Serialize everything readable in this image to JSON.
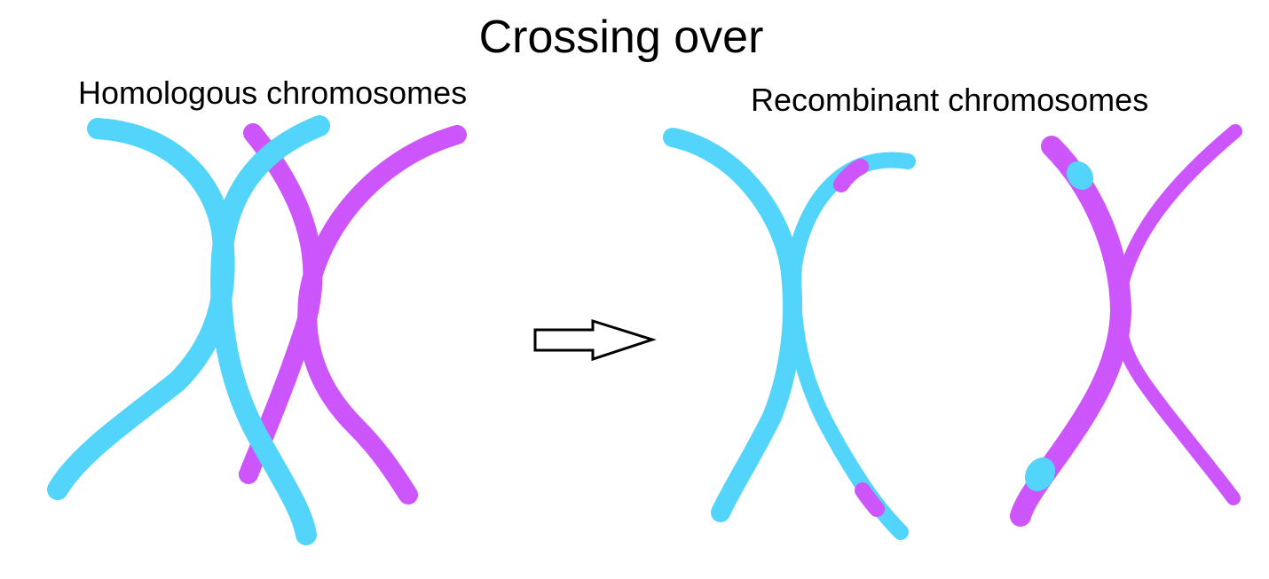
{
  "title": "Crossing over",
  "left_label": "Homologous chromosomes",
  "right_label": "Recombinant chromosomes",
  "colors": {
    "chromosome_blue": "#52d4fb",
    "chromosome_purple": "#cc55fb",
    "arrow_stroke": "#000000"
  }
}
